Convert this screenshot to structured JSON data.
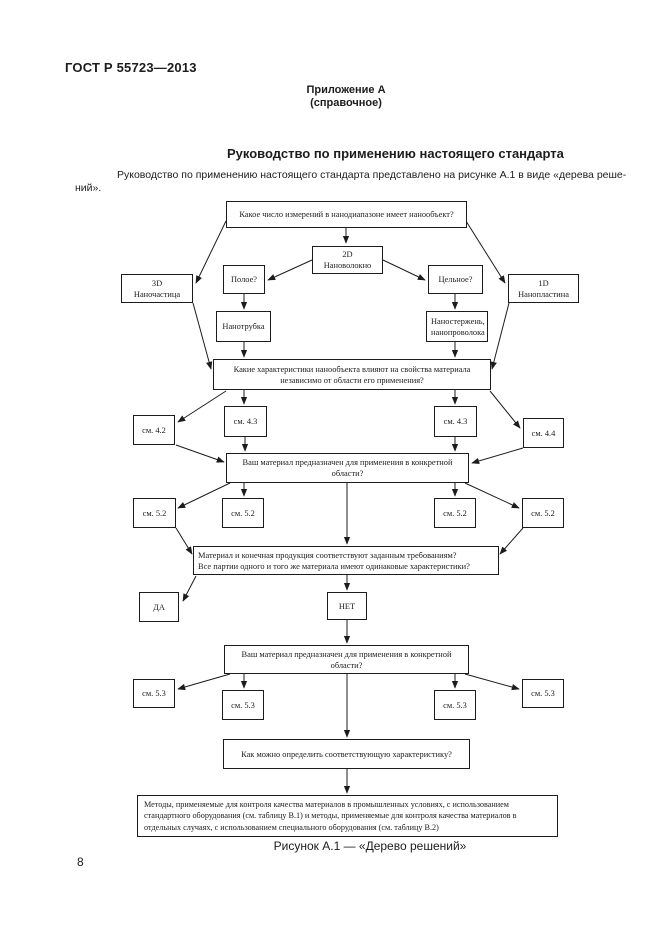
{
  "header": {
    "doc_number": "ГОСТ Р 55723—2013",
    "appendix_block": "Приложение А\n(справочное)",
    "section_title": "Руководство по применению настоящего стандарта",
    "intro_text": "Руководство по применению настоящего стандарта представлено на рисунке А.1 в виде «дерева реше-\nний»."
  },
  "flowchart": {
    "q_dimensions": "Какое число измерений в нанодиапазоне имеет нанообъект?",
    "nano_2d": "2D\nНановолокно",
    "hollow": "Полое?",
    "solid": "Цельное?",
    "nano_3d": "3D\nНаночастица",
    "nano_1d": "1D\nНанопластина",
    "nanotube": "Нанотрубка",
    "nanorod": "Наностержень,\nнанопроволока",
    "q_characteristics": "Какие характеристики нанообъекта влияют на свойства материала\nнезависимо от области его применения?",
    "ref_4_2": "см. 4.2",
    "ref_4_3_left": "см. 4.3",
    "ref_4_3_right": "см. 4.3",
    "ref_4_4": "см. 4.4",
    "q_application_1": "Ваш материал предназначен для применения в конкретной\nобласти?",
    "ref_5_2_outer_left": "см. 5.2",
    "ref_5_2_inner_left": "см. 5.2",
    "ref_5_2_inner_right": "см. 5.2",
    "ref_5_2_outer_right": "см. 5.2",
    "q_conformity": "Материал и конечная продукция соответствуют заданным требованиям?\nВсе партии одного и того же материала имеют одинаковые характеристики?",
    "answer_yes": "ДА",
    "answer_no": "НЕТ",
    "q_application_2": "Ваш материал предназначен для применения в конкретной\nобласти?",
    "ref_5_3_outer_left": "см. 5.3",
    "ref_5_3_inner_left": "см. 5.3",
    "ref_5_3_inner_right": "см. 5.3",
    "ref_5_3_outer_right": "см. 5.3",
    "q_method": "Как можно определить соответствующую характеристику?",
    "methods": "Методы, применяемые для контроля качества материалов в промышленных условиях, с использованием\nстандартного оборудования (см. таблицу В.1) и методы, применяемые для контроля качества материалов в\nотдельных случаях, с использованием специального оборудования (см. таблицу В.2)"
  },
  "footer": {
    "figure_caption": "Рисунок А.1 — «Дерево решений»",
    "page_number": "8"
  }
}
